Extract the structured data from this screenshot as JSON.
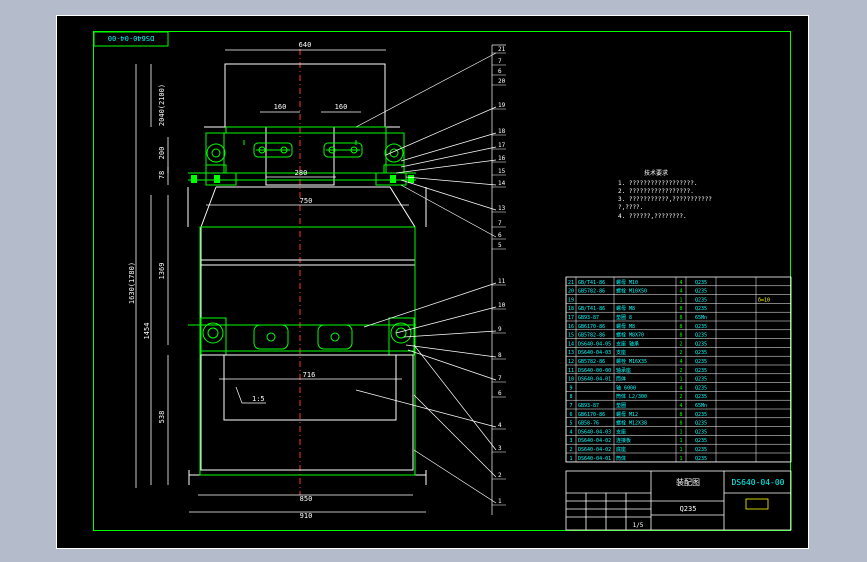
{
  "title_box": "DS640-04-00",
  "drawing_number": "DS640-04-00",
  "title_name": "装配图",
  "scale_text": "1:5",
  "sheet_mark": "1/5",
  "material_mark": "Q235",
  "dimensions": {
    "top_width": "640",
    "inner_left": "160",
    "inner_right": "160",
    "mid_span": "280",
    "upper_width": "750",
    "lower_width": "716",
    "bottom_inner": "850",
    "bottom_outer": "910",
    "left_height_1": "2040(2100)",
    "left_height_2": "200",
    "left_height_3": "78",
    "overall_height": "1630(1780)",
    "mid_height_1": "1454",
    "mid_height_2": "1369",
    "bottom_height": "538"
  },
  "callouts_right": [
    "21",
    "7",
    "6",
    "20",
    "19",
    "18",
    "17",
    "16",
    "15",
    "14",
    "13",
    "7",
    "6",
    "5",
    "11",
    "10",
    "9",
    "8",
    "7",
    "6",
    "4",
    "3",
    "2",
    "1"
  ],
  "notes_title": "技术要求",
  "notes": [
    "1. ??????????????????.",
    "2. ?????????????????.",
    "3. ???????????,???????????",
    "   ?,????.",
    "4. ??????,????????."
  ],
  "bom": [
    {
      "no": "21",
      "code": "GB/T41-86",
      "name": "螺母 M10",
      "qty": "4",
      "mat": "Q235",
      "note": ""
    },
    {
      "no": "20",
      "code": "GB5782-86",
      "name": "螺栓 M10X50",
      "qty": "4",
      "mat": "Q235",
      "note": ""
    },
    {
      "no": "19",
      "code": "",
      "name": "",
      "qty": "1",
      "mat": "Q235",
      "note": "δ=10"
    },
    {
      "no": "18",
      "code": "GB/T41-86",
      "name": "螺母 M8",
      "qty": "8",
      "mat": "Q235",
      "note": ""
    },
    {
      "no": "17",
      "code": "GB93-87",
      "name": "垫圈 8",
      "qty": "8",
      "mat": "65Mn",
      "note": ""
    },
    {
      "no": "16",
      "code": "GB6170-86",
      "name": "螺母 M8",
      "qty": "8",
      "mat": "Q235",
      "note": ""
    },
    {
      "no": "15",
      "code": "GB5782-86",
      "name": "螺栓 M8X70",
      "qty": "8",
      "mat": "Q235",
      "note": ""
    },
    {
      "no": "14",
      "code": "DS640-04-05",
      "name": "支座 轴承",
      "qty": "2",
      "mat": "Q235",
      "note": ""
    },
    {
      "no": "13",
      "code": "DS640-04-03",
      "name": "支座",
      "qty": "2",
      "mat": "Q235",
      "note": ""
    },
    {
      "no": "12",
      "code": "GB5782-86",
      "name": "螺栓 M16X35",
      "qty": "4",
      "mat": "Q235",
      "note": ""
    },
    {
      "no": "11",
      "code": "DS640-00-00",
      "name": "轴承座",
      "qty": "2",
      "mat": "Q235",
      "note": ""
    },
    {
      "no": "10",
      "code": "DS640-04-01",
      "name": "筒体",
      "qty": "1",
      "mat": "Q235",
      "note": ""
    },
    {
      "no": "9",
      "code": "",
      "name": "轴 6000",
      "qty": "4",
      "mat": "Q235",
      "note": ""
    },
    {
      "no": "8",
      "code": "",
      "name": "筒体 L2/300",
      "qty": "2",
      "mat": "Q235",
      "note": ""
    },
    {
      "no": "7",
      "code": "GB93-87",
      "name": "垫圈",
      "qty": "4",
      "mat": "65Mn",
      "note": ""
    },
    {
      "no": "6",
      "code": "GB6170-86",
      "name": "螺母 M12",
      "qty": "8",
      "mat": "Q235",
      "note": ""
    },
    {
      "no": "5",
      "code": "GB58-76",
      "name": "螺栓 M12X38",
      "qty": "8",
      "mat": "Q235",
      "note": ""
    },
    {
      "no": "4",
      "code": "DS640-04-03",
      "name": "支座",
      "qty": "1",
      "mat": "Q235",
      "note": ""
    },
    {
      "no": "3",
      "code": "DS640-04-02",
      "name": "连接板",
      "qty": "1",
      "mat": "Q235",
      "note": ""
    },
    {
      "no": "2",
      "code": "DS640-04-02",
      "name": "底座",
      "qty": "1",
      "mat": "Q235",
      "note": ""
    },
    {
      "no": "1",
      "code": "DS640-04-01",
      "name": "筒体",
      "qty": "1",
      "mat": "Q235",
      "note": ""
    }
  ],
  "colors": {
    "page": "#b4bccc",
    "sheet": "#000000",
    "border": "#00ff00",
    "outline": "#ffffff",
    "parts": "#00ff00",
    "dims": "#00ffff",
    "center": "#ff3030",
    "table_text": "#00ffff",
    "table_lines": "#ffffff",
    "mark": "#ffff00"
  }
}
